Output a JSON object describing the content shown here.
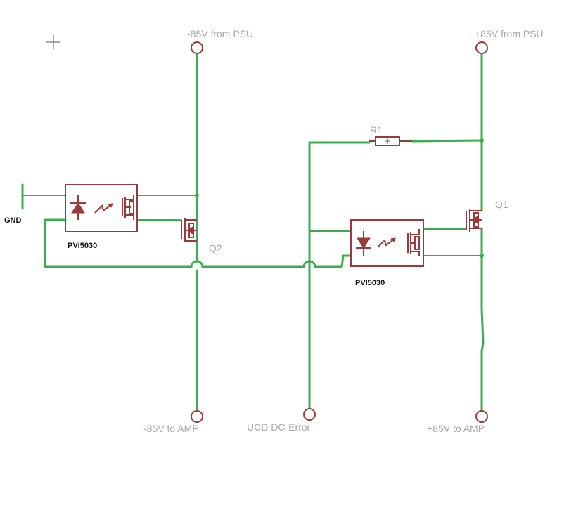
{
  "ports": {
    "neg_psu": "-85V from PSU",
    "pos_psu": "+85V from PSU",
    "neg_amp": "-85V to AMP",
    "ucd": "UCD DC-Error",
    "pos_amp": "+85V to AMP"
  },
  "ground_label": "GND",
  "components": {
    "relay_left": "PVI5030",
    "relay_right": "PVI5030",
    "q1": "Q1",
    "q2": "Q2",
    "r1": "R1"
  },
  "colors": {
    "wire": "#3aae4a",
    "part": "#9b3a3a",
    "label": "#a8a8a8"
  }
}
